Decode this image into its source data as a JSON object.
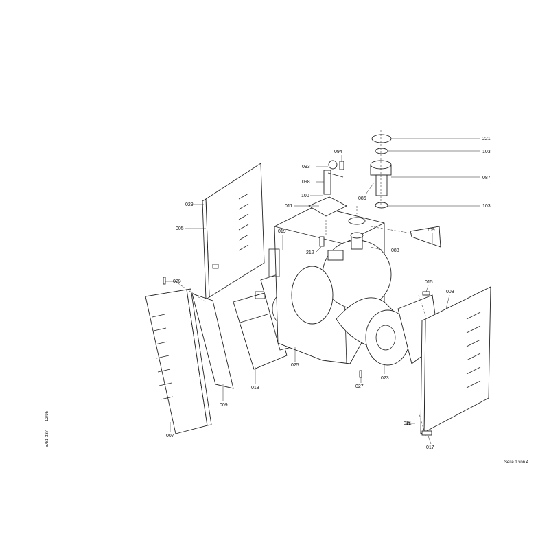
{
  "labels": {
    "p221": "221",
    "p103a": "103",
    "p094": "094",
    "p093": "093",
    "p098": "098",
    "p087": "087",
    "p100": "100",
    "p086": "086",
    "p103b": "103",
    "p011": "011",
    "p109": "109",
    "p029a": "029",
    "p005": "005",
    "p019": "019",
    "p212": "212",
    "p088": "088",
    "p029b": "029",
    "p015": "015",
    "p003": "003",
    "p007": "007",
    "p009": "009",
    "p013": "013",
    "p025": "025",
    "p027": "027",
    "p023": "023",
    "p021": "021",
    "p017": "017"
  },
  "footer": {
    "page": "Seite 1 von 4",
    "doc_number": "5781 337",
    "date": "12/95"
  }
}
